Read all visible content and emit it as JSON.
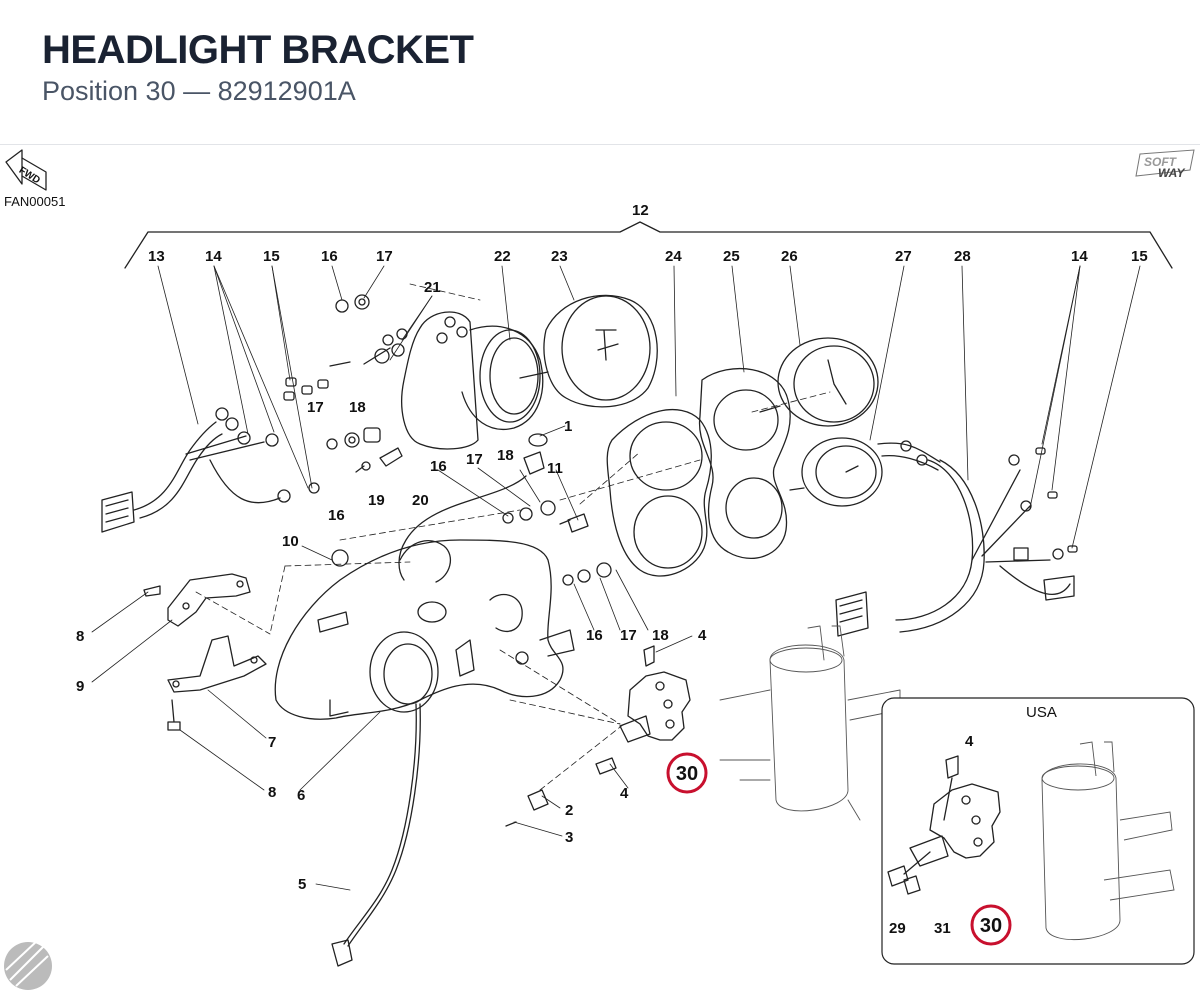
{
  "header": {
    "title": "HEADLIGHT BRACKET",
    "subtitle": "Position 30 — 82912901A"
  },
  "diagram": {
    "figure_code": "FAN00051",
    "fwd_label": "FWD",
    "brand_line1": "SOFT",
    "brand_line2": "WAY",
    "inset_title": "USA",
    "highlight_color": "#c8102e",
    "line_color": "#222222",
    "part_numbers": {
      "p12": "12",
      "p13": "13",
      "p14a": "14",
      "p15a": "15",
      "p16a": "16",
      "p17a": "17",
      "p21": "21",
      "p22": "22",
      "p23": "23",
      "p24": "24",
      "p25": "25",
      "p26": "26",
      "p27": "27",
      "p28": "28",
      "p14b": "14",
      "p15b": "15",
      "p17b": "17",
      "p18a": "18",
      "p1": "1",
      "p16b": "16",
      "p19": "19",
      "p20": "20",
      "p16c": "16",
      "p17c": "17",
      "p18b": "18",
      "p11": "11",
      "p10": "10",
      "p8a": "8",
      "p9": "9",
      "p7": "7",
      "p8b": "8",
      "p6": "6",
      "p16d": "16",
      "p17d": "17",
      "p18c": "18",
      "p4a": "4",
      "p4b": "4",
      "p2": "2",
      "p3": "3",
      "p5": "5",
      "p4c": "4",
      "p29": "29",
      "p31": "31"
    },
    "highlight_label": "30",
    "inset_highlight_label": "30"
  }
}
